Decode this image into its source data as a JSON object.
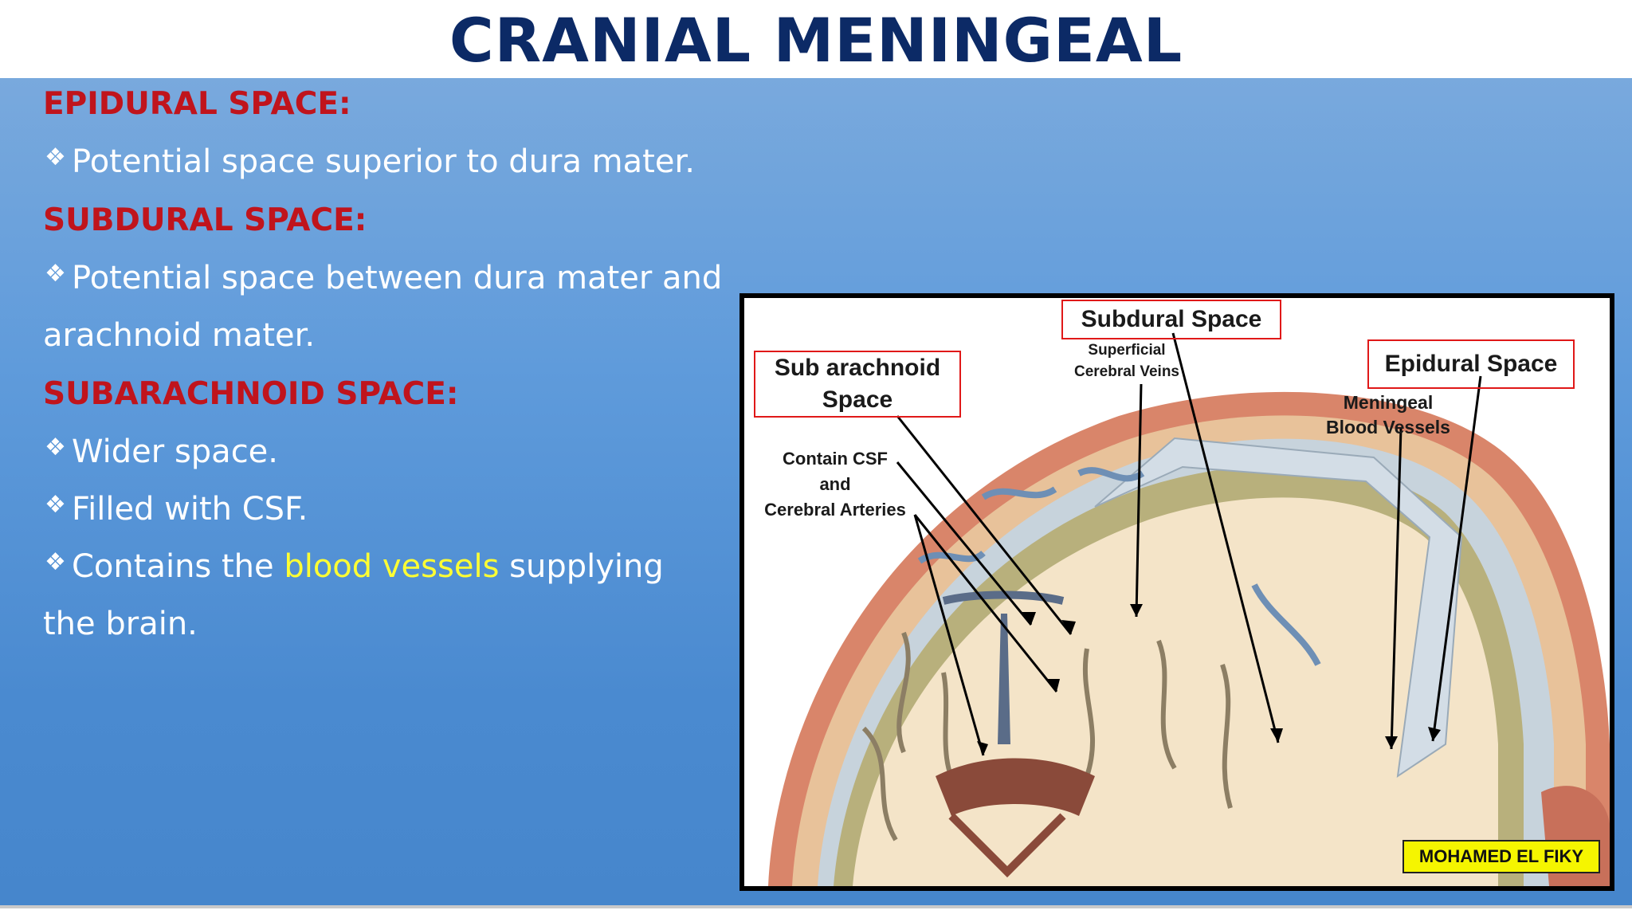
{
  "title": "CRANIAL MENINGEAL",
  "bullet_glyph": "❖",
  "sections": {
    "epidural": {
      "heading": "EPIDURAL SPACE:",
      "line1": "Potential space superior to dura mater."
    },
    "subdural": {
      "heading": "SUBDURAL SPACE:",
      "line1": "Potential space between dura mater and",
      "line2": "arachnoid mater."
    },
    "subarachnoid": {
      "heading": "SUBARACHNOID SPACE:",
      "item1": "Wider space.",
      "item2": "Filled with CSF.",
      "item3_before": "Contains the ",
      "item3_highlight": "blood vessels",
      "item3_after": " supplying",
      "item3_line2": "the brain."
    }
  },
  "figure": {
    "subarachnoid_label_1": "Sub arachnoid",
    "subarachnoid_label_2": "Space",
    "csf_label_1": "Contain CSF",
    "csf_label_2": "and",
    "csf_label_3": "Cerebral Arteries",
    "subdural_label": "Subdural Space",
    "veins_label_1": "Superficial",
    "veins_label_2": "Cerebral Veins",
    "epidural_label": "Epidural Space",
    "meningeal_label_1": "Meningeal",
    "meningeal_label_2": "Blood Vessels",
    "watermark": "MOHAMED EL FIKY"
  },
  "colors": {
    "title": "#0c2a66",
    "heading": "#c0141c",
    "highlight": "#ffff33",
    "label_box": "#e01818",
    "watermark_bg": "#f5f500"
  }
}
